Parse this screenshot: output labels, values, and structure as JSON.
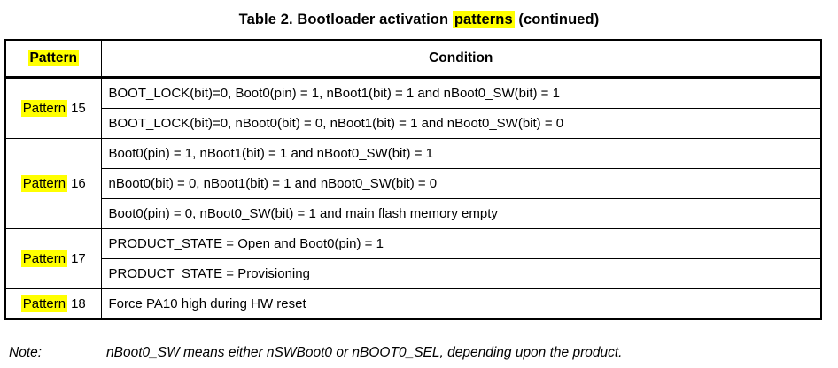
{
  "title": {
    "prefix": "Table 2. Bootloader activation ",
    "highlight": "patterns",
    "suffix": " (continued)"
  },
  "colors": {
    "highlight": "#ffff00",
    "text": "#000000",
    "border": "#000000"
  },
  "table": {
    "header": {
      "pattern": "Pattern",
      "condition": "Condition"
    },
    "groups": [
      {
        "word": "Pattern",
        "number": "15",
        "conditions": [
          "BOOT_LOCK(bit)=0, Boot0(pin) = 1, nBoot1(bit) = 1 and nBoot0_SW(bit) = 1",
          "BOOT_LOCK(bit)=0, nBoot0(bit) = 0, nBoot1(bit) = 1 and nBoot0_SW(bit) = 0"
        ]
      },
      {
        "word": "Pattern",
        "number": "16",
        "conditions": [
          "Boot0(pin) = 1, nBoot1(bit) = 1 and nBoot0_SW(bit) = 1",
          "nBoot0(bit) = 0, nBoot1(bit) = 1 and nBoot0_SW(bit) = 0",
          "Boot0(pin) = 0, nBoot0_SW(bit) = 1 and main flash memory empty"
        ]
      },
      {
        "word": "Pattern",
        "number": "17",
        "conditions": [
          "PRODUCT_STATE = Open and Boot0(pin) = 1",
          "PRODUCT_STATE = Provisioning"
        ]
      },
      {
        "word": "Pattern",
        "number": "18",
        "conditions": [
          "Force PA10 high during HW reset"
        ]
      }
    ]
  },
  "note": {
    "label": "Note:",
    "text": "nBoot0_SW means either nSWBoot0 or nBOOT0_SEL, depending upon the product."
  }
}
